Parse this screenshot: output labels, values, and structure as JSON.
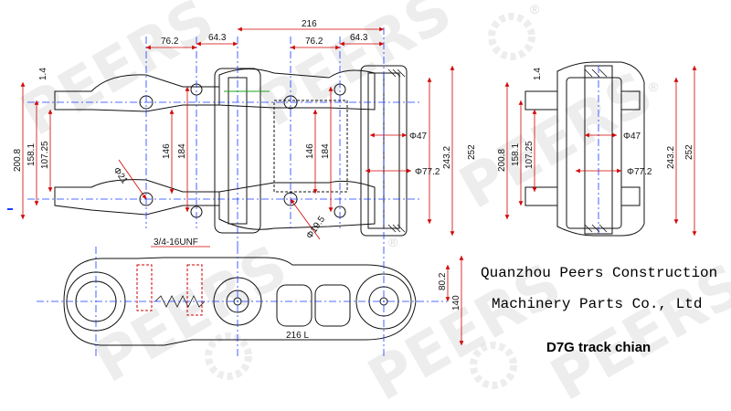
{
  "brand": {
    "watermark": "PEERS",
    "registered_mark": "®"
  },
  "company": {
    "line1": "Quanzhou Peers Construction",
    "line2": "Machinery Parts Co., Ltd"
  },
  "product_title": "D7G  track chian",
  "top_view_dims": {
    "pitch_total": "216",
    "pitch_a": "76.2",
    "offset_a": "64.3",
    "pitch_b": "76.2",
    "offset_b": "64.3",
    "shoe_gap": "1.4",
    "h_outer": "200.8",
    "h_mid": "158.1",
    "h_inner": "107.25",
    "bush_a": "146",
    "link_a": "184",
    "bush_b": "146",
    "link_b": "184",
    "hole_dia": "Φ21",
    "pin_dia": "Φ19.5",
    "bush_dia": "Φ47",
    "bush_outer_dia": "Φ77.2",
    "width_inner": "243.2",
    "width_outer": "252"
  },
  "end_view_dims": {
    "shoe_gap": "1.4",
    "h_outer": "200.8",
    "h_mid": "158.1",
    "h_inner": "107.25",
    "bush_dia": "Φ47",
    "bush_outer_dia": "Φ77.2",
    "width_inner": "243.2",
    "width_outer": "252"
  },
  "side_view_dims": {
    "thread": "3/4-16UNF",
    "pitch_label": "216  L",
    "height_half": "80.2",
    "height_total": "140"
  }
}
